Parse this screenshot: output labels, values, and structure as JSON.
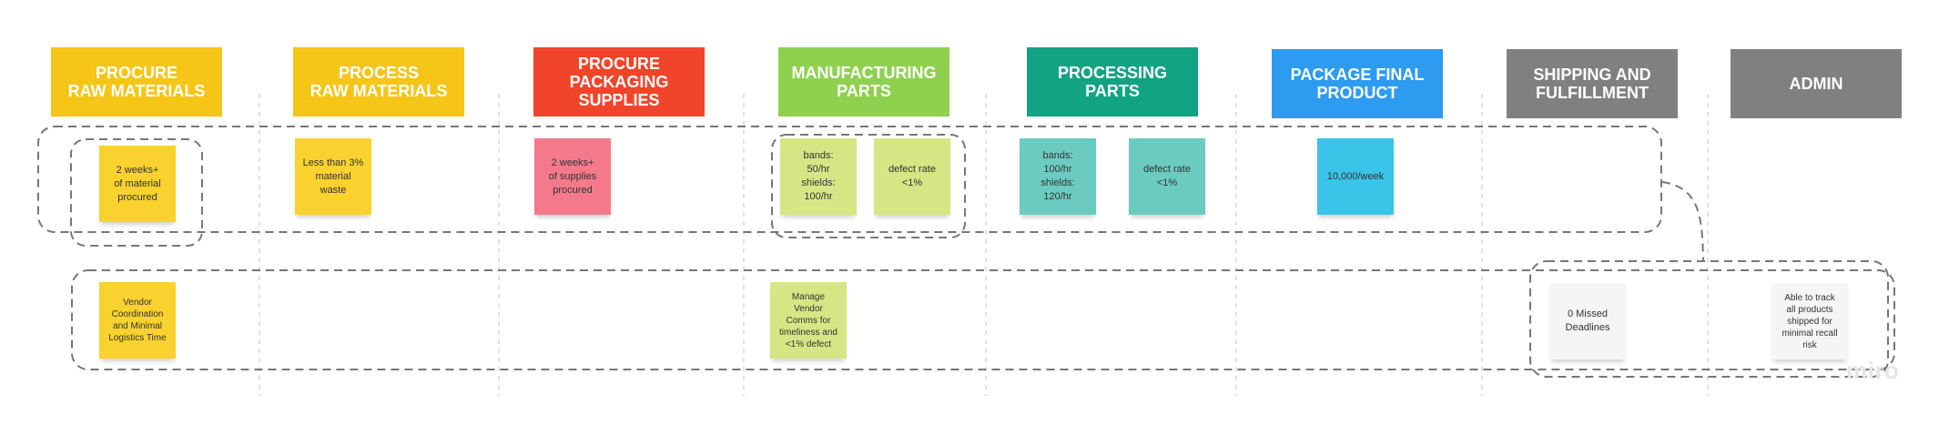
{
  "columns": [
    {
      "label": "PROCURE\nRAW MATERIALS",
      "color": "#f5c518"
    },
    {
      "label": "PROCESS\nRAW MATERIALS",
      "color": "#f5c518"
    },
    {
      "label": "PROCURE\nPACKAGING\nSUPPLIES",
      "color": "#f0452a"
    },
    {
      "label": "MANUFACTURING\nPARTS",
      "color": "#8fd14f"
    },
    {
      "label": "PROCESSING\nPARTS",
      "color": "#12a383"
    },
    {
      "label": "PACKAGE FINAL\nPRODUCT",
      "color": "#2d9bf0"
    },
    {
      "label": "SHIPPING AND\nFULFILLMENT",
      "color": "#808080"
    },
    {
      "label": "ADMIN",
      "color": "#808080"
    }
  ],
  "stickies": {
    "procure_raw_top": {
      "text": "2 weeks+\nof material\nprocured",
      "color": "#f9d22f"
    },
    "process_raw_top": {
      "text": "Less than 3%\nmaterial\nwaste",
      "color": "#f9d22f"
    },
    "packaging_top": {
      "text": "2 weeks+\nof supplies\nprocured",
      "color": "#f47a8b"
    },
    "manufacturing_rate": {
      "text": "bands:\n50/hr\nshields:\n100/hr",
      "color": "#d6e685"
    },
    "manufacturing_defect": {
      "text": "defect rate\n<1%",
      "color": "#d6e685"
    },
    "processing_rate": {
      "text": "bands:\n100/hr\nshields:\n120/hr",
      "color": "#6ccbc0"
    },
    "processing_defect": {
      "text": "defect rate\n<1%",
      "color": "#6ccbc0"
    },
    "package_rate": {
      "text": "10,000/week",
      "color": "#39c4e8"
    },
    "vendor_coordination": {
      "text": "Vendor\nCoordination\nand Minimal\nLogistics Time",
      "color": "#f9d22f"
    },
    "manage_vendor": {
      "text": "Manage\nVendor\nComms for\ntimeliness and\n<1% defect",
      "color": "#d6e685"
    },
    "missed_deadlines": {
      "text": "0 Missed\nDeadlines",
      "color": "#f5f5f5"
    },
    "track_products": {
      "text": "Able to track\nall products\nshipped for\nminimal recall\nrisk",
      "color": "#f5f5f5"
    }
  },
  "logo": "miro"
}
